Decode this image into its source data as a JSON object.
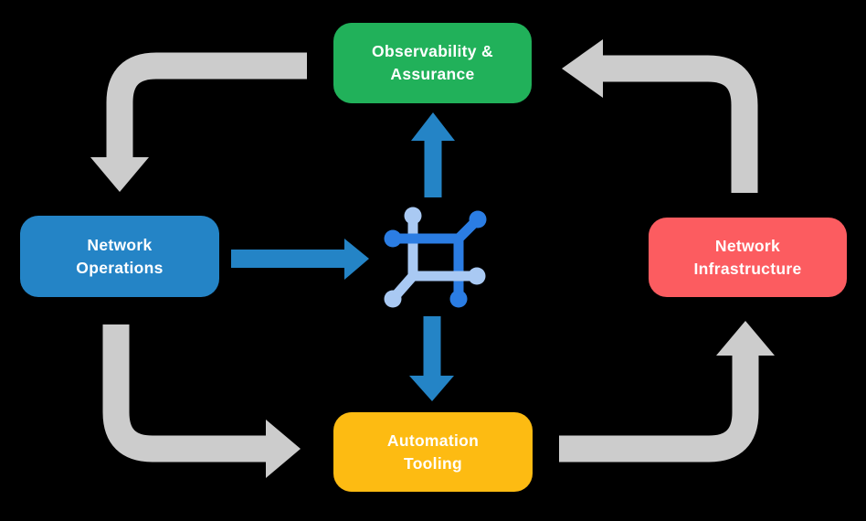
{
  "title": "Network automation lifecycle diagram",
  "colors": {
    "background": "#000000",
    "arrow_gray": "#cccccc",
    "flow_blue": "#2484c6",
    "icon_blue_dark": "#2b7de3",
    "icon_blue_light": "#a9c9f3",
    "node_text": "#ffffff",
    "node_green": "#21b15a",
    "node_blue": "#2484c6",
    "node_red": "#fc5c60",
    "node_yellow": "#fdbb12"
  },
  "nodes": {
    "observability": {
      "line1": "Observability &",
      "line2": "Assurance"
    },
    "operations": {
      "line1": "Network",
      "line2": "Operations"
    },
    "infrastructure": {
      "line1": "Network",
      "line2": "Infrastructure"
    },
    "automation": {
      "line1": "Automation",
      "line2": "Tooling"
    }
  },
  "center_icon": "network-nodes-icon",
  "edges": [
    {
      "from": "observability",
      "to": "operations",
      "style": "gray-elbow"
    },
    {
      "from": "operations",
      "to": "automation",
      "style": "gray-elbow"
    },
    {
      "from": "automation",
      "to": "infrastructure",
      "style": "gray-elbow"
    },
    {
      "from": "infrastructure",
      "to": "observability",
      "style": "gray-elbow"
    },
    {
      "from": "operations",
      "to": "center-icon",
      "style": "blue-straight"
    },
    {
      "from": "center-icon",
      "to": "observability",
      "style": "blue-straight"
    },
    {
      "from": "center-icon",
      "to": "automation",
      "style": "blue-straight"
    }
  ]
}
